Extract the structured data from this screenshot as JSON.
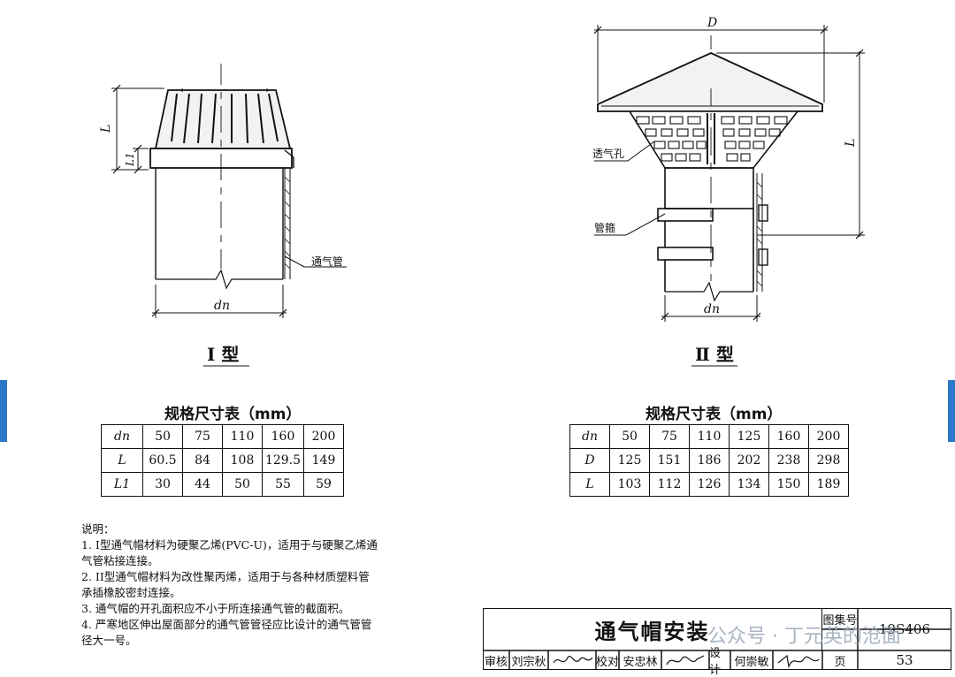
{
  "type1": {
    "caption": "Ⅰ 型",
    "label_L": "L",
    "label_L1": "L1",
    "label_dn": "dn",
    "callout_pipe": "通气管"
  },
  "type2": {
    "caption": "Ⅱ 型",
    "label_D": "D",
    "label_L": "L",
    "label_dn": "dn",
    "callout_vent": "透气孔",
    "callout_clamp": "管箍"
  },
  "table1": {
    "title": "规格尺寸表（mm）",
    "rows": [
      [
        "dn",
        "50",
        "75",
        "110",
        "160",
        "200"
      ],
      [
        "L",
        "60.5",
        "84",
        "108",
        "129.5",
        "149"
      ],
      [
        "L1",
        "30",
        "44",
        "50",
        "55",
        "59"
      ]
    ]
  },
  "table2": {
    "title": "规格尺寸表（mm）",
    "rows": [
      [
        "dn",
        "50",
        "75",
        "110",
        "125",
        "160",
        "200"
      ],
      [
        "D",
        "125",
        "151",
        "186",
        "202",
        "238",
        "298"
      ],
      [
        "L",
        "103",
        "112",
        "126",
        "134",
        "150",
        "189"
      ]
    ]
  },
  "notes": {
    "heading": "说明：",
    "lines": [
      "1.  I型通气帽材料为硬聚乙烯(PVC-U)，适用于与硬聚乙烯通",
      "     气管粘接连接。",
      "2.  II型通气帽材料为改性聚丙烯，适用于与各种材质塑料管",
      "     承插橡胶密封连接。",
      "3.  通气帽的开孔面积应不小于所连接通气管的截面积。",
      "4.  严寒地区伸出屋面部分的通气管管径应比设计的通气管管",
      "     径大一号。"
    ]
  },
  "titleblock": {
    "title": "通气帽安装",
    "atlas_label": "图集号",
    "atlas_no": "19S406",
    "review_label": "审核",
    "reviewer": "刘宗秋",
    "check_label": "校对",
    "checker": "安忠林",
    "design_label": "设计",
    "designer": "何崇敏",
    "page_label": "页",
    "page_no": "53"
  },
  "watermark": "公众号 · 丁元英的沧面"
}
